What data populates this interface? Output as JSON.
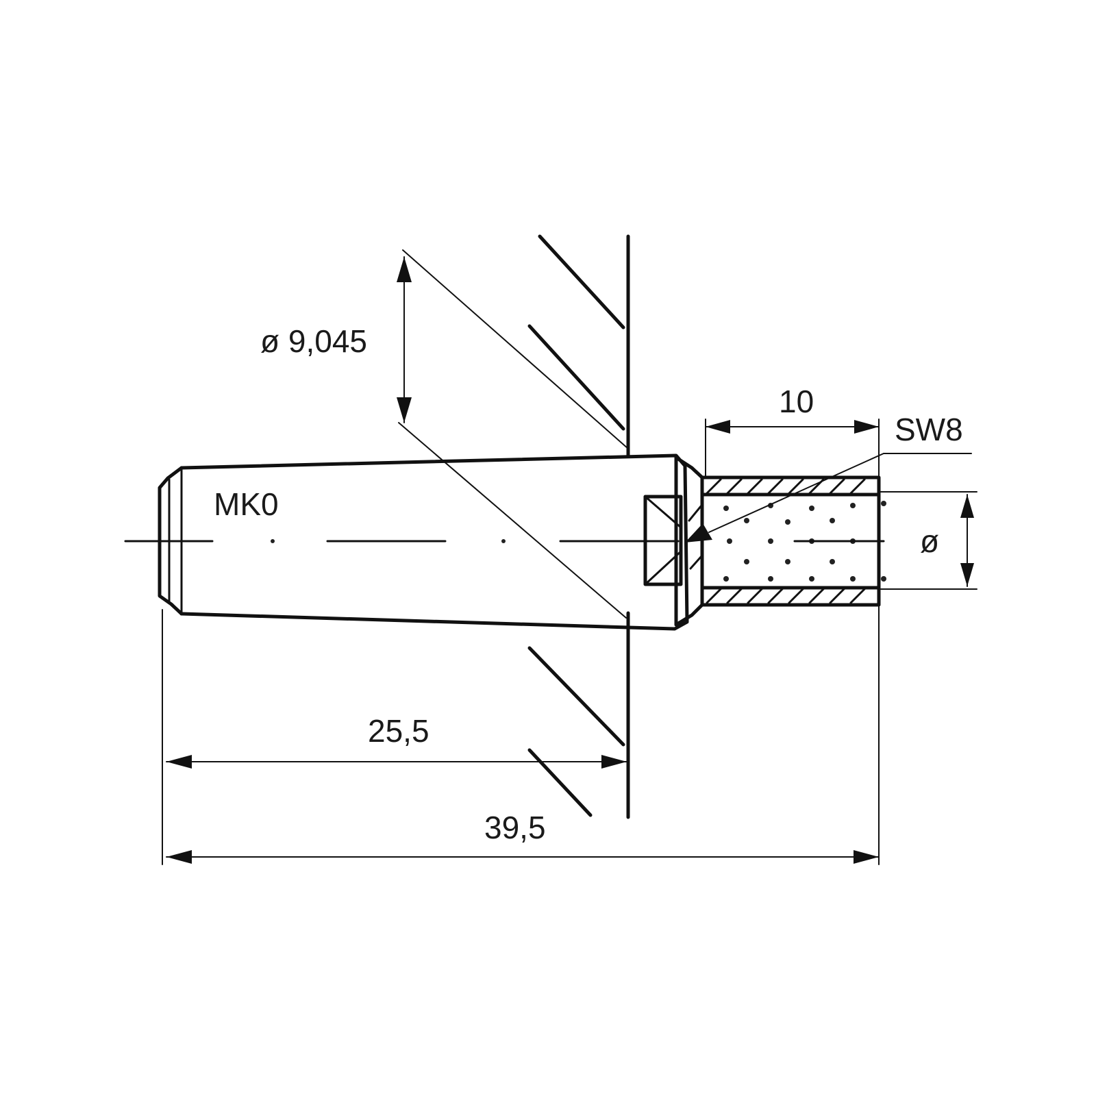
{
  "drawing": {
    "dimensions": {
      "diameter_top": "ø 9,045",
      "length_short": "25,5",
      "length_total": "39,5",
      "insert_length": "10",
      "insert_diameter": "ø"
    },
    "labels": {
      "taper": "MK0",
      "wrench": "SW8"
    }
  }
}
